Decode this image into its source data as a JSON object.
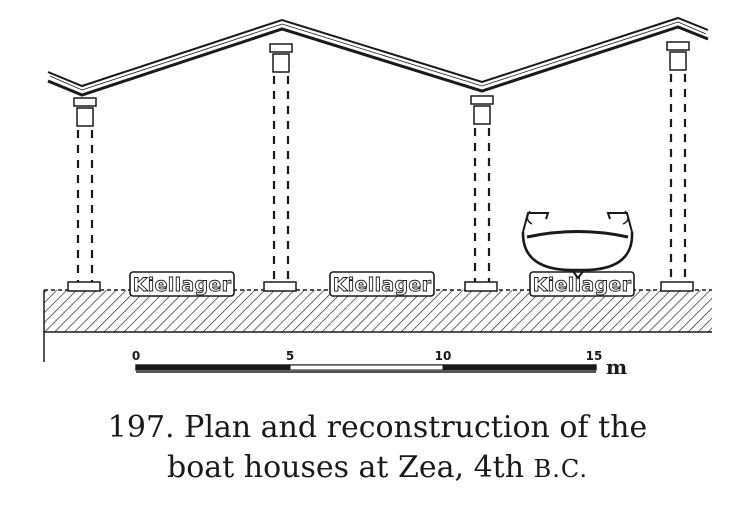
{
  "figure": {
    "keel_labels": [
      "Kiellager",
      "Kiellager",
      "Kiellager"
    ],
    "scale": {
      "ticks": [
        "0",
        "5",
        "10",
        "15"
      ],
      "unit": "m"
    }
  },
  "caption": {
    "line1": "197. Plan and reconstruction of the",
    "line2_main": "boat houses at Zea, 4th ",
    "line2_era": "B.C."
  }
}
